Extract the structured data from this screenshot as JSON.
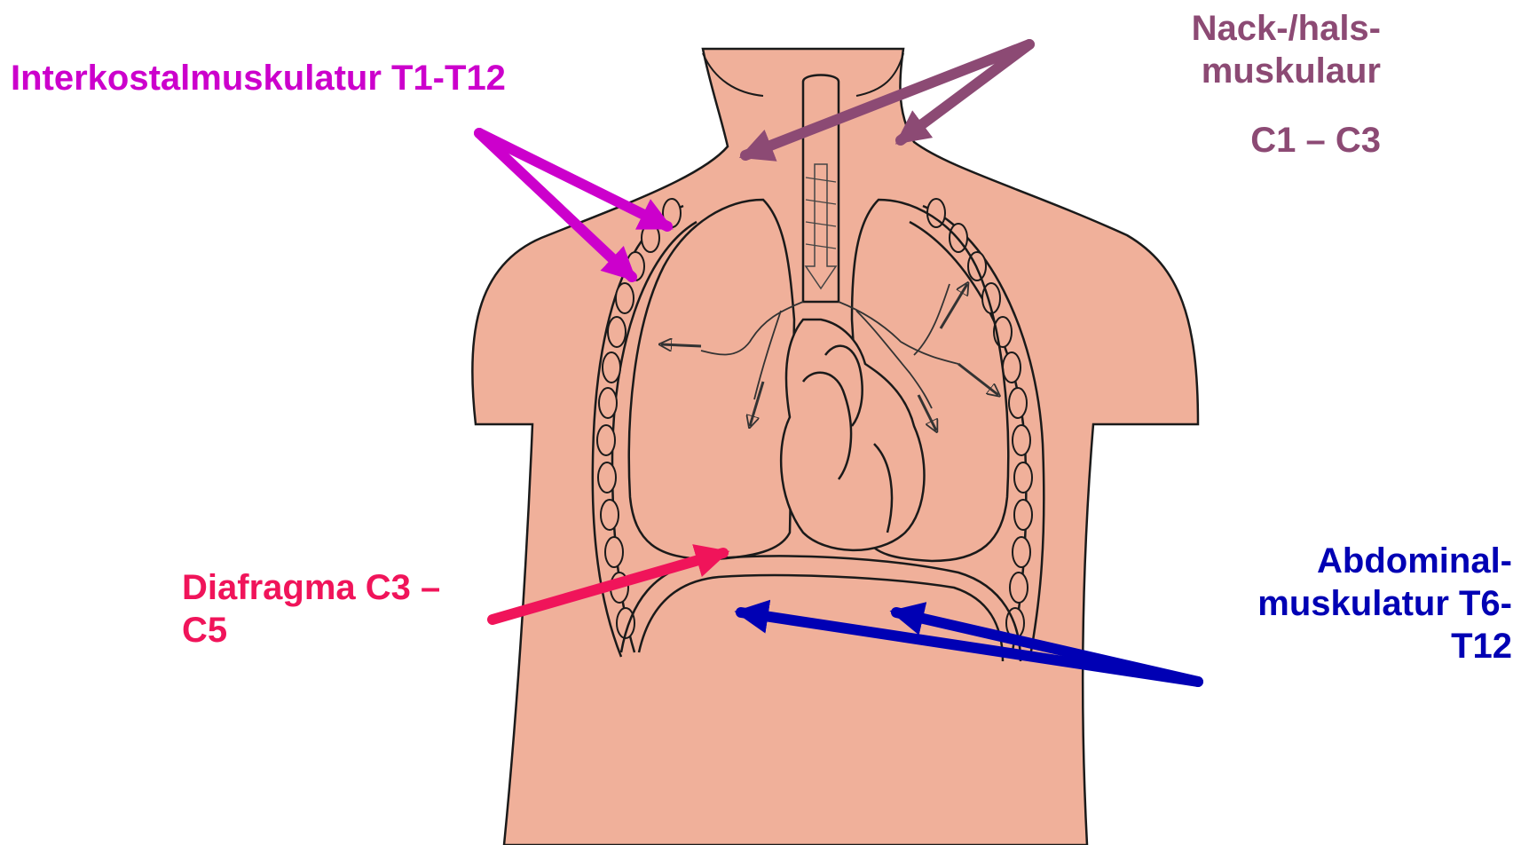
{
  "labels": {
    "intercostal": "Interkostalmuskulatur T1-T12",
    "neck_line1": "Nack-/hals-",
    "neck_line2": "muskulaur",
    "neck_line3": "C1 – C3",
    "diaphragm": "Diafragma C3 – C5",
    "abdominal_line1": "Abdominal-",
    "abdominal_line2": "muskulatur T6-",
    "abdominal_line3": "T12"
  },
  "colors": {
    "intercostal": "#cc00cc",
    "neck": "#8c4a74",
    "diaphragm": "#f0145a",
    "abdominal": "#0000b4",
    "skin": "#f0b09a",
    "outline": "#1a1a1a"
  }
}
